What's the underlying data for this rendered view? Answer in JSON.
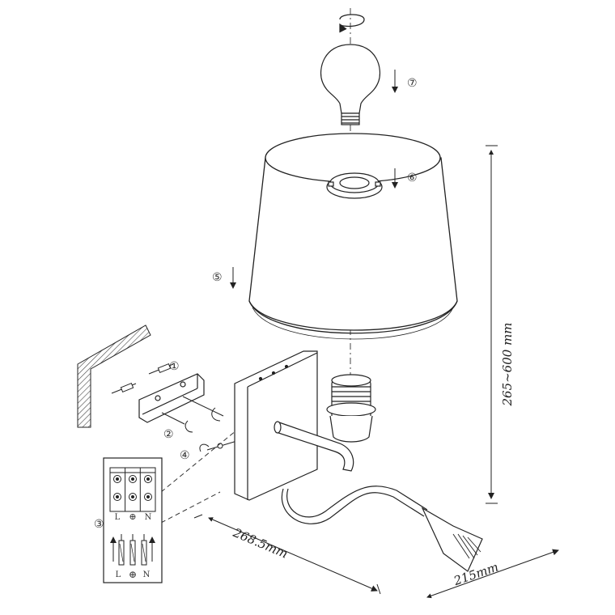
{
  "step_labels": {
    "s1": "①",
    "s2": "②",
    "s3": "③",
    "s4": "④",
    "s5": "⑤",
    "s6": "⑥",
    "s7": "⑦"
  },
  "terminal_block": {
    "top_labels": [
      "L",
      "⊕",
      "N"
    ],
    "bottom_labels": [
      "L",
      "⊕",
      "N"
    ]
  },
  "dimensions": {
    "height": "265~600 mm",
    "width": "268.5mm",
    "depth": "215mm"
  }
}
